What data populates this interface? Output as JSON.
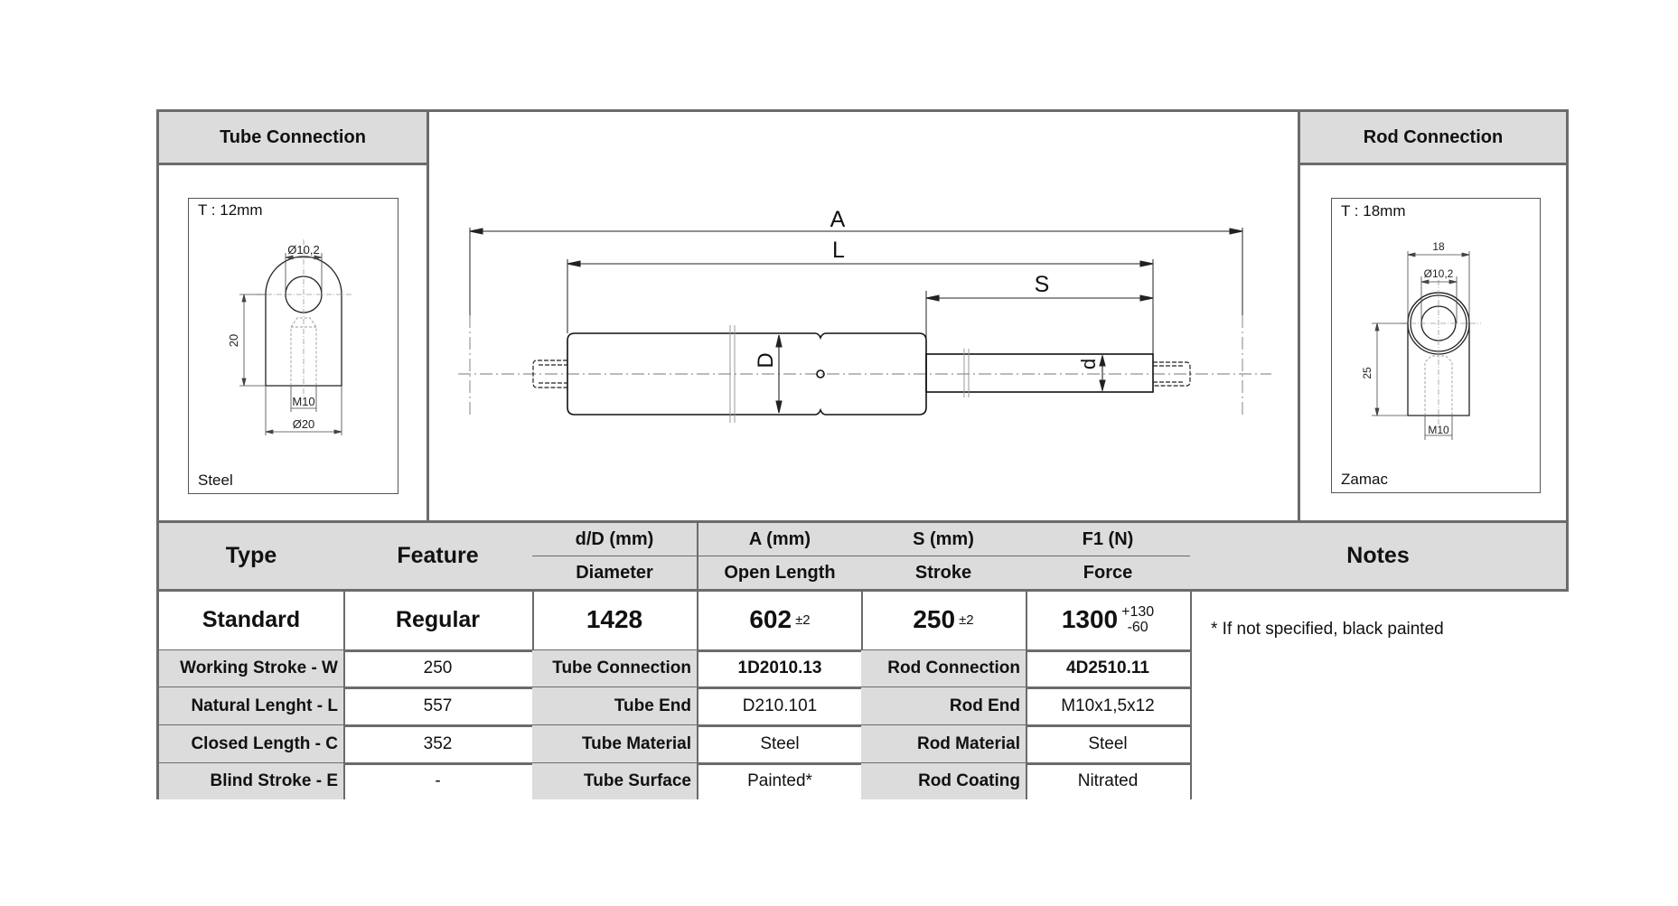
{
  "tube_connection": {
    "title": "Tube Connection",
    "thickness": "T : 12mm",
    "material": "Steel",
    "dims": {
      "hole": "Ø10,2",
      "height": "20",
      "thread": "M10",
      "width": "Ø20"
    }
  },
  "rod_connection": {
    "title": "Rod Connection",
    "thickness": "T : 18mm",
    "material": "Zamac",
    "dims": {
      "width": "18",
      "hole": "Ø10,2",
      "height": "25",
      "thread": "M10"
    }
  },
  "drawing": {
    "labels": {
      "A": "A",
      "L": "L",
      "S": "S",
      "D": "D",
      "d": "d"
    }
  },
  "spec_header": {
    "type": "Type",
    "feature": "Feature",
    "diameter_top": "d/D (mm)",
    "diameter_bottom": "Diameter",
    "length_top": "A (mm)",
    "length_bottom": "Open Length",
    "stroke_top": "S (mm)",
    "stroke_bottom": "Stroke",
    "force_top": "F1 (N)",
    "force_bottom": "Force",
    "notes": "Notes"
  },
  "spec_main": {
    "type": "Standard",
    "feature": "Regular",
    "diameter": "1428",
    "open_length": "602",
    "open_length_tol": "±2",
    "stroke": "250",
    "stroke_tol": "±2",
    "force": "1300",
    "force_tol_plus": "+130",
    "force_tol_minus": "-60",
    "note": "* If not specified, black painted"
  },
  "details": [
    {
      "label1": "Working Stroke - W",
      "value1": "250",
      "label2": "Tube Connection",
      "value2": "1D2010.13",
      "label3": "Rod Connection",
      "value3": "4D2510.11"
    },
    {
      "label1": "Natural Lenght - L",
      "value1": "557",
      "label2": "Tube End",
      "value2": "D210.101",
      "label3": "Rod End",
      "value3": "M10x1,5x12"
    },
    {
      "label1": "Closed Length - C",
      "value1": "352",
      "label2": "Tube Material",
      "value2": "Steel",
      "label3": "Rod Material",
      "value3": "Steel"
    },
    {
      "label1": "Blind Stroke - E",
      "value1": "-",
      "label2": "Tube Surface",
      "value2": "Painted*",
      "label3": "Rod Coating",
      "value3": "Nitrated"
    }
  ]
}
